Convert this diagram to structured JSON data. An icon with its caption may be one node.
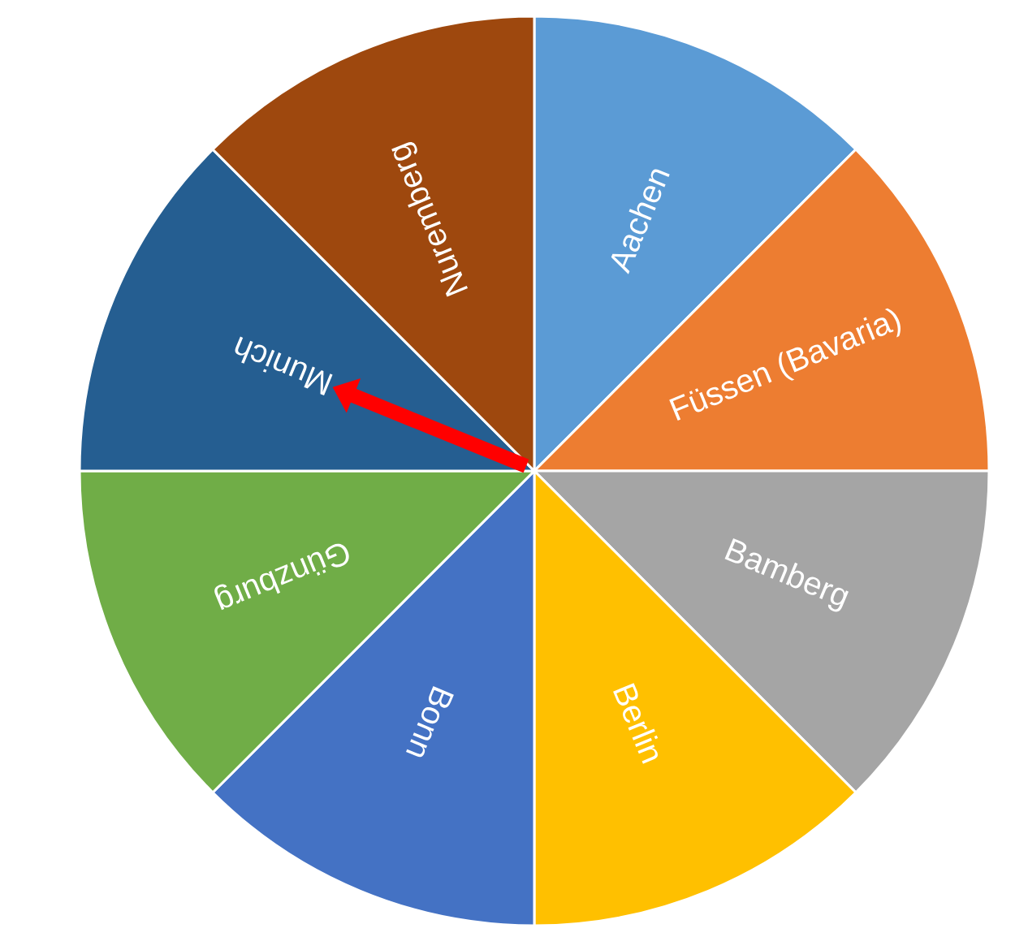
{
  "diagram": {
    "nodes": [
      {
        "text": [
          "Aachen"
        ]
      },
      {
        "text": [
          "Füssen (Bavaria)"
        ]
      },
      {
        "text": [
          "Bamberg"
        ]
      },
      {
        "text": [
          "Berlin"
        ]
      },
      {
        "text": [
          "Bonn"
        ]
      },
      {
        "text": [
          "Günzburg"
        ]
      },
      {
        "text": [
          "Munich"
        ]
      },
      {
        "text": [
          "Nuremberg"
        ]
      }
    ],
    "edges": [
      {
        "from": null,
        "to": 6,
        "arrow": "to",
        "color": "#ff0000"
      }
    ]
  }
}
